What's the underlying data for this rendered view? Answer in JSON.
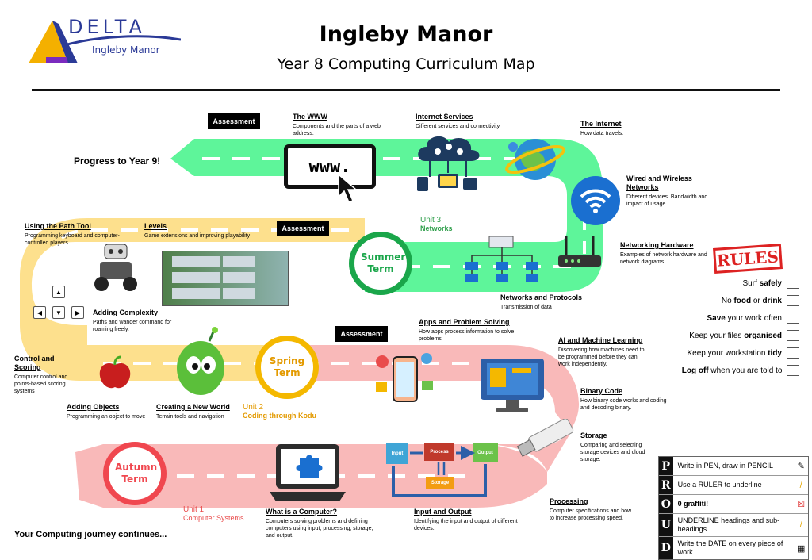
{
  "header": {
    "logo_word": "DELTA",
    "logo_sub": "Ingleby Manor",
    "title": "Ingleby Manor",
    "subtitle": "Year 8 Computing Curriculum Map"
  },
  "progress": "Progress to Year 9!",
  "footer": "Your Computing journey continues...",
  "assessment_label": "Assessment",
  "terms": {
    "summer": "Summer Term",
    "spring": "Spring Term",
    "autumn": "Autumn Term"
  },
  "units": [
    {
      "number": "Unit 1",
      "name": "Computer Systems"
    },
    {
      "number": "Unit 2",
      "name": "Coding through Kodu"
    },
    {
      "number": "Unit 3",
      "name": "Networks"
    }
  ],
  "topics": {
    "www": {
      "heading": "The WWW",
      "desc": "Components and the parts of a web address."
    },
    "internet_services": {
      "heading": "Internet Services",
      "desc": "Different services and connectivity."
    },
    "the_internet": {
      "heading": "The Internet",
      "desc": "How data travels."
    },
    "wired_wireless": {
      "heading": "Wired and Wireless Networks",
      "desc": "Different devices. Bandwidth and impact of usage"
    },
    "networking_hardware": {
      "heading": "Networking Hardware",
      "desc": "Examples of network hardware and network diagrams"
    },
    "networks_protocols": {
      "heading": "Networks and Protocols",
      "desc": "Transmission of data"
    },
    "path_tool": {
      "heading": "Using the Path Tool",
      "desc": "Programming keyboard and computer-controlled players."
    },
    "levels": {
      "heading": "Levels",
      "desc": "Game extensions and improving playability"
    },
    "adding_complexity": {
      "heading": "Adding Complexity",
      "desc": "Paths and wander command for roaming freely."
    },
    "control_scoring": {
      "heading": "Control and Scoring",
      "desc": "Computer control and points-based scoring systems"
    },
    "adding_objects": {
      "heading": "Adding Objects",
      "desc": "Programming an object to move"
    },
    "new_world": {
      "heading": "Creating a New World",
      "desc": "Terrain tools and navigation"
    },
    "apps": {
      "heading": "Apps and Problem Solving",
      "desc": "How apps process information to solve problems"
    },
    "ai": {
      "heading": "AI and Machine Learning",
      "desc": "Discovering how machines need to be programmed before they can work independently."
    },
    "binary": {
      "heading": "Binary Code",
      "desc": "How binary code works and coding and decoding binary."
    },
    "storage": {
      "heading": "Storage",
      "desc": "Comparing and selecting storage devices and cloud storage."
    },
    "processing": {
      "heading": "Processing",
      "desc": "Computer specifications and how to increase processing speed."
    },
    "input_output": {
      "heading": "Input and Output",
      "desc": "Identifying the input and output of different devices."
    },
    "what_computer": {
      "heading": "What is a Computer?",
      "desc": "Computers solving problems and defining computers using input, processing, storage, and output."
    }
  },
  "diagram": {
    "input": "Input",
    "process": "Process",
    "output": "Output",
    "storage": "Storage",
    "www_text": "www."
  },
  "rules": {
    "title": "RULES",
    "items": [
      {
        "pre": "Surf ",
        "bold": "safely",
        "post": ""
      },
      {
        "pre": "No ",
        "bold": "food",
        "mid": " or ",
        "bold2": "drink",
        "post": ""
      },
      {
        "pre": "",
        "bold": "Save",
        "post": " your work often"
      },
      {
        "pre": "Keep your files ",
        "bold": "organised",
        "post": ""
      },
      {
        "pre": "Keep your workstation ",
        "bold": "tidy",
        "post": ""
      },
      {
        "pre": "",
        "bold": "Log off",
        "post": " when you are told to"
      }
    ]
  },
  "proud": [
    {
      "letter": "P",
      "text": "Write in PEN, draw in PENCIL"
    },
    {
      "letter": "R",
      "text": "Use a RULER to underline"
    },
    {
      "letter": "O",
      "text": "0 graffiti!"
    },
    {
      "letter": "U",
      "text": "UNDERLINE headings and sub-headings"
    },
    {
      "letter": "D",
      "text": "Write the DATE on every piece of work"
    }
  ],
  "colors": {
    "green_road": "#5ef59a",
    "yellow_road": "#fde08d",
    "pink_road": "#f9b9b9",
    "green_ring": "#1aa64a",
    "yellow_ring": "#f4b800",
    "red_ring": "#f0474f",
    "unit_green": "#2e9e4a",
    "unit_orange": "#e39a00",
    "unit_red": "#e94c4c"
  }
}
